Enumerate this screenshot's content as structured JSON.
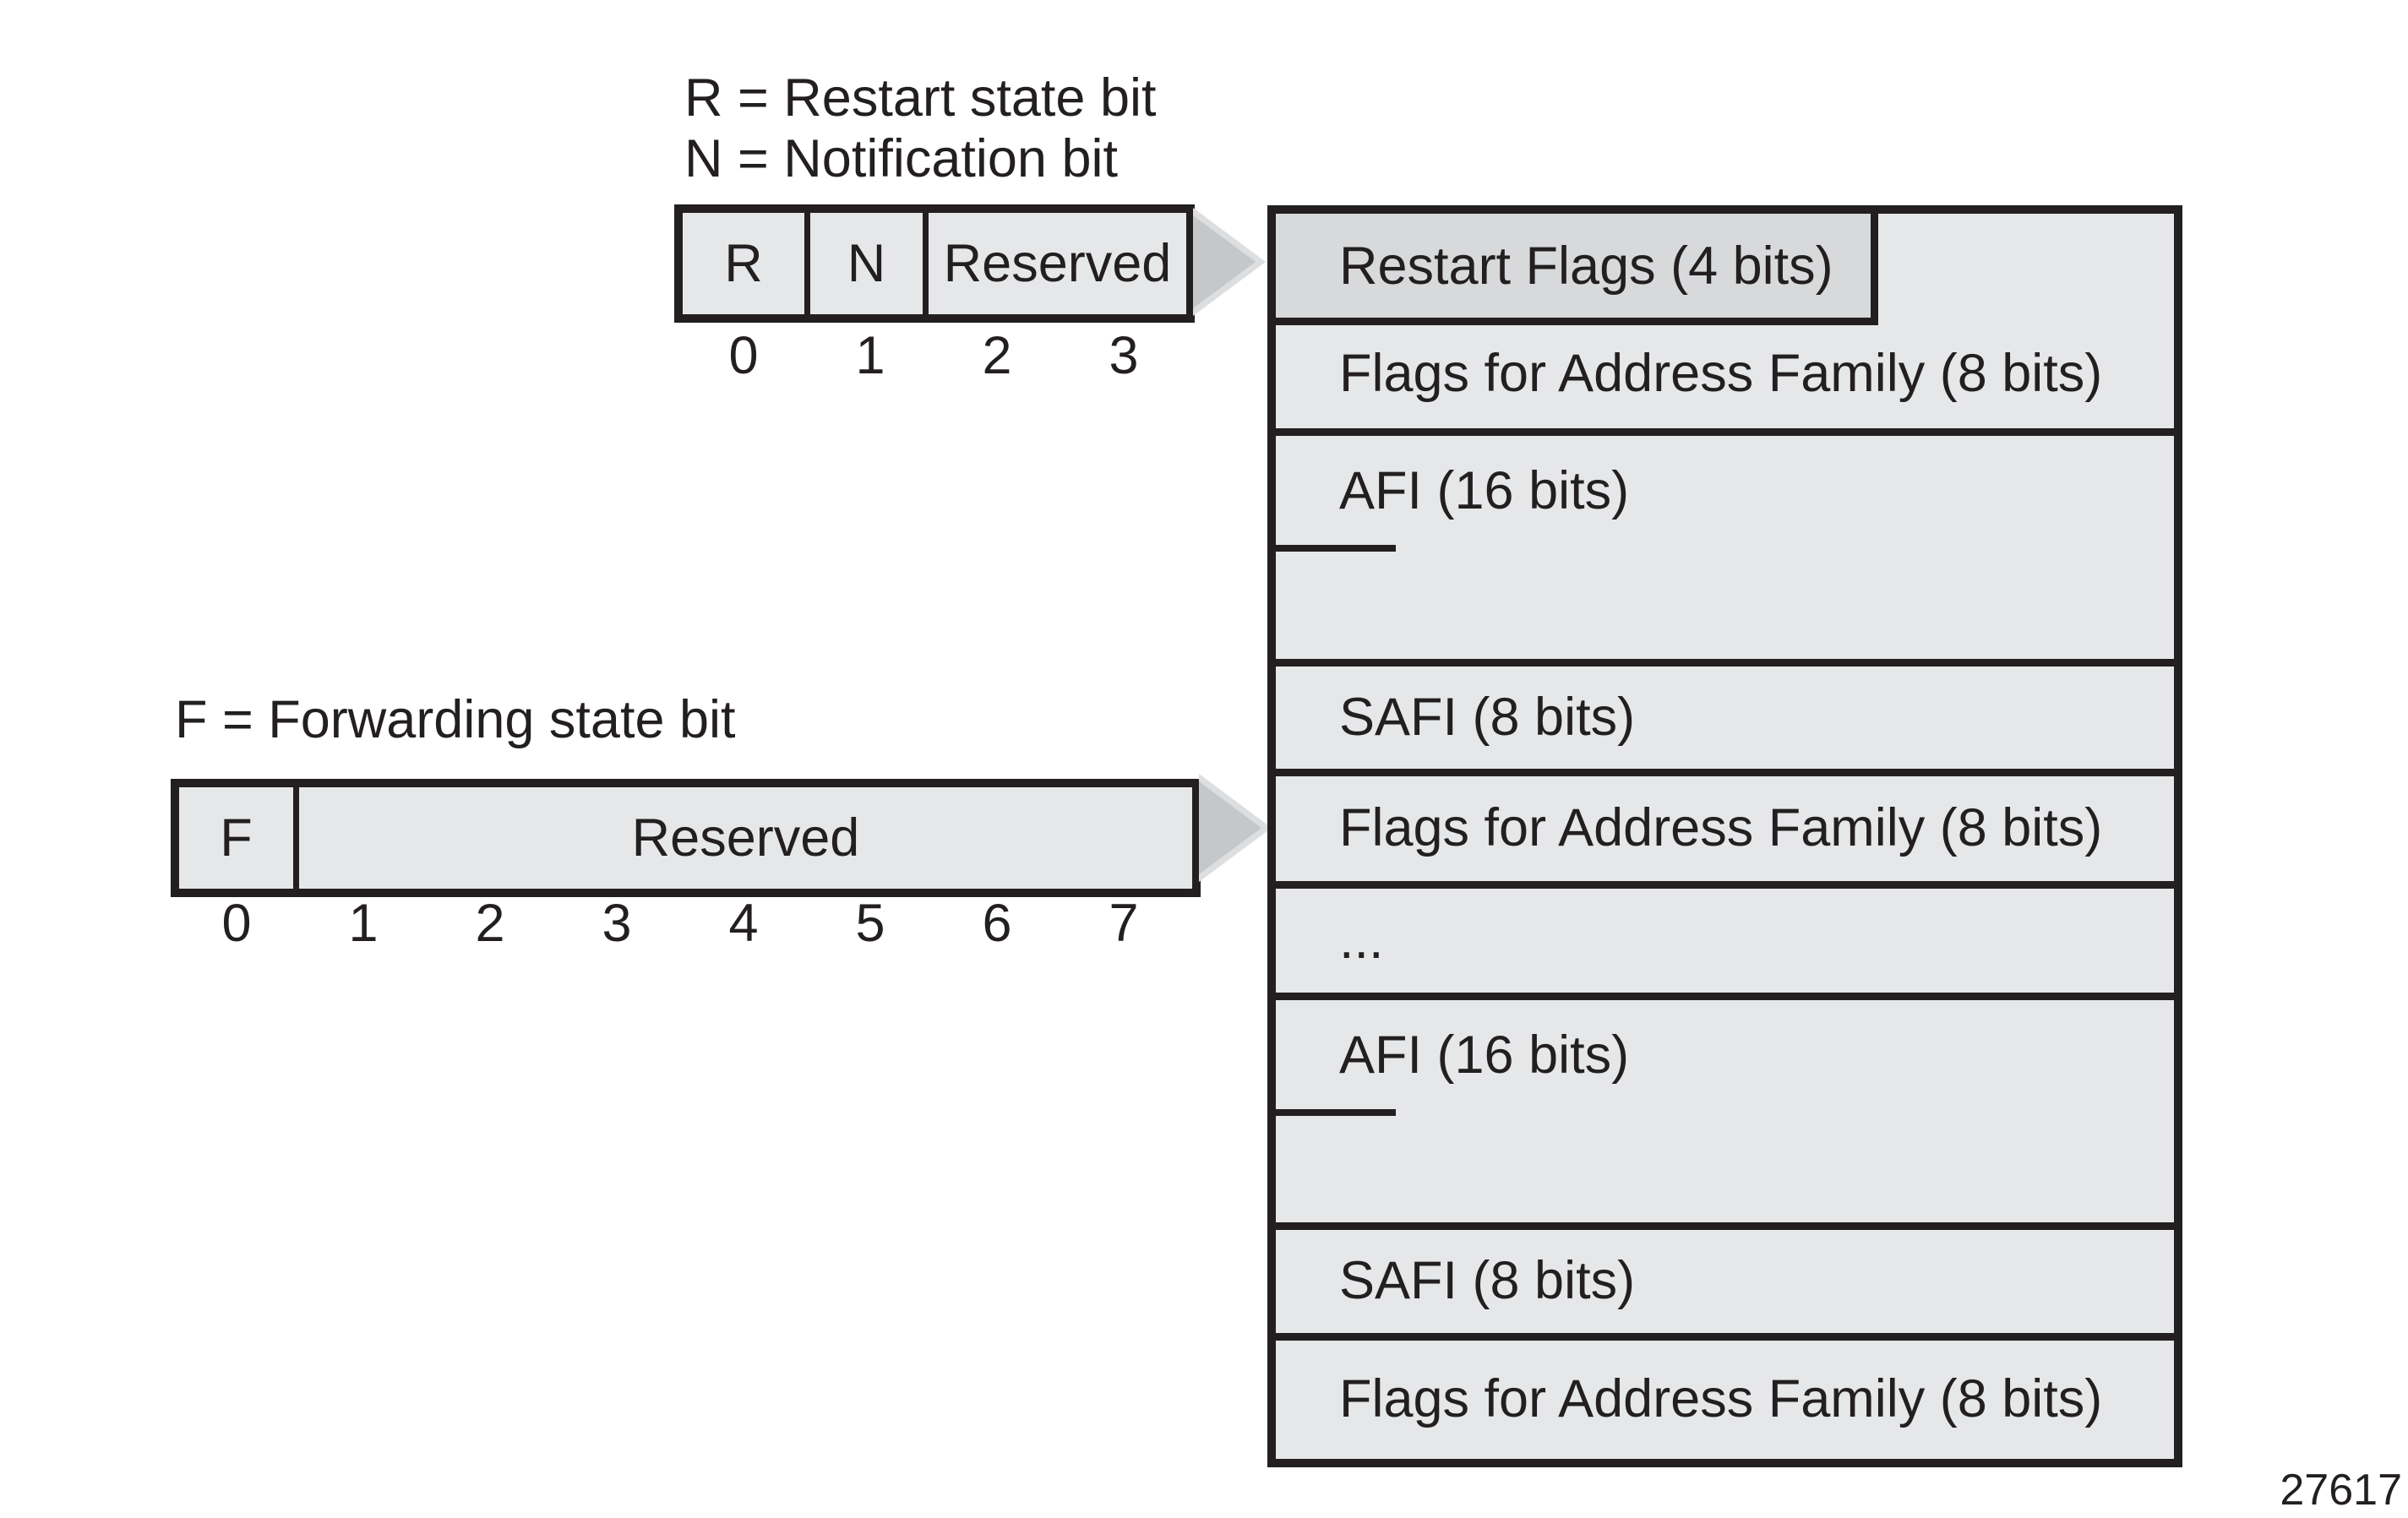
{
  "figure_label": "27617",
  "colors": {
    "background": "#ffffff",
    "cell_fill": "#e6e7e8",
    "nested_cell_fill": "#d8d9da",
    "line": "#231f20",
    "arrow_fill": "#c6c7c9",
    "arrow_edge": "#dcdee0"
  },
  "top_legend": {
    "line1": "R = Restart state bit",
    "line2": "N = Notification bit"
  },
  "bottom_legend": {
    "line1": "F = Forwarding state bit"
  },
  "restart_flags_byte": {
    "cells": {
      "r": "R",
      "n": "N",
      "reserved": "Reserved"
    },
    "bits": [
      "0",
      "1",
      "2",
      "3"
    ]
  },
  "forwarding_flags_byte": {
    "cells": {
      "f": "F",
      "reserved": "Reserved"
    },
    "bits": [
      "0",
      "1",
      "2",
      "3",
      "4",
      "5",
      "6",
      "7"
    ]
  },
  "field_table": {
    "rows": [
      {
        "label": "Restart Flags (4 bits)"
      },
      {
        "label": "Flags for Address Family (8 bits)"
      },
      {
        "label": "AFI (16 bits)"
      },
      {
        "label": "SAFI (8 bits)"
      },
      {
        "label": "Flags for Address Family (8 bits)"
      },
      {
        "label": "..."
      },
      {
        "label": "AFI (16 bits)"
      },
      {
        "label": "SAFI (8 bits)"
      },
      {
        "label": "Flags for Address Family (8 bits)"
      }
    ]
  }
}
